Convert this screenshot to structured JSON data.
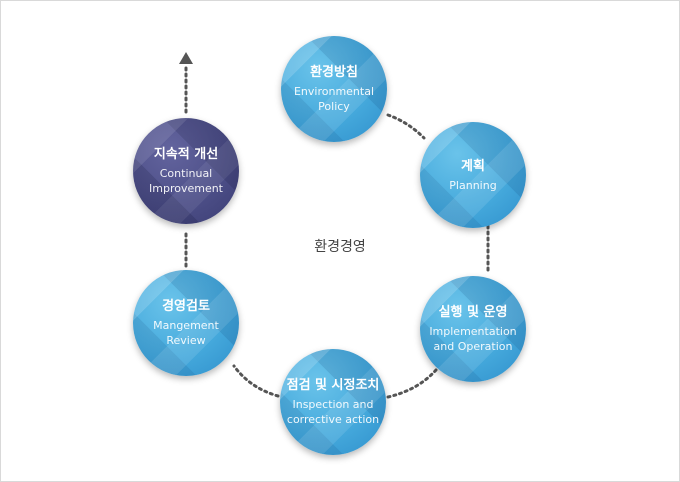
{
  "center": "환경경영",
  "nodes": [
    {
      "title": "환경방침",
      "sub1": "Environmental",
      "sub2": "Policy"
    },
    {
      "title": "계획",
      "sub1": "Planning",
      "sub2": ""
    },
    {
      "title": "실행 및 운영",
      "sub1": "Implementation",
      "sub2": "and Operation"
    },
    {
      "title": "점검 및 시정조치",
      "sub1": "Inspection and",
      "sub2": "corrective action"
    },
    {
      "title": "경영검토",
      "sub1": "Mangement",
      "sub2": "Review"
    },
    {
      "title": "지속적 개선",
      "sub1": "Continual",
      "sub2": "Improvement"
    }
  ],
  "colors": {
    "blue": "#45a9dc",
    "navy": "#4d4f88",
    "connector": "#555555"
  }
}
